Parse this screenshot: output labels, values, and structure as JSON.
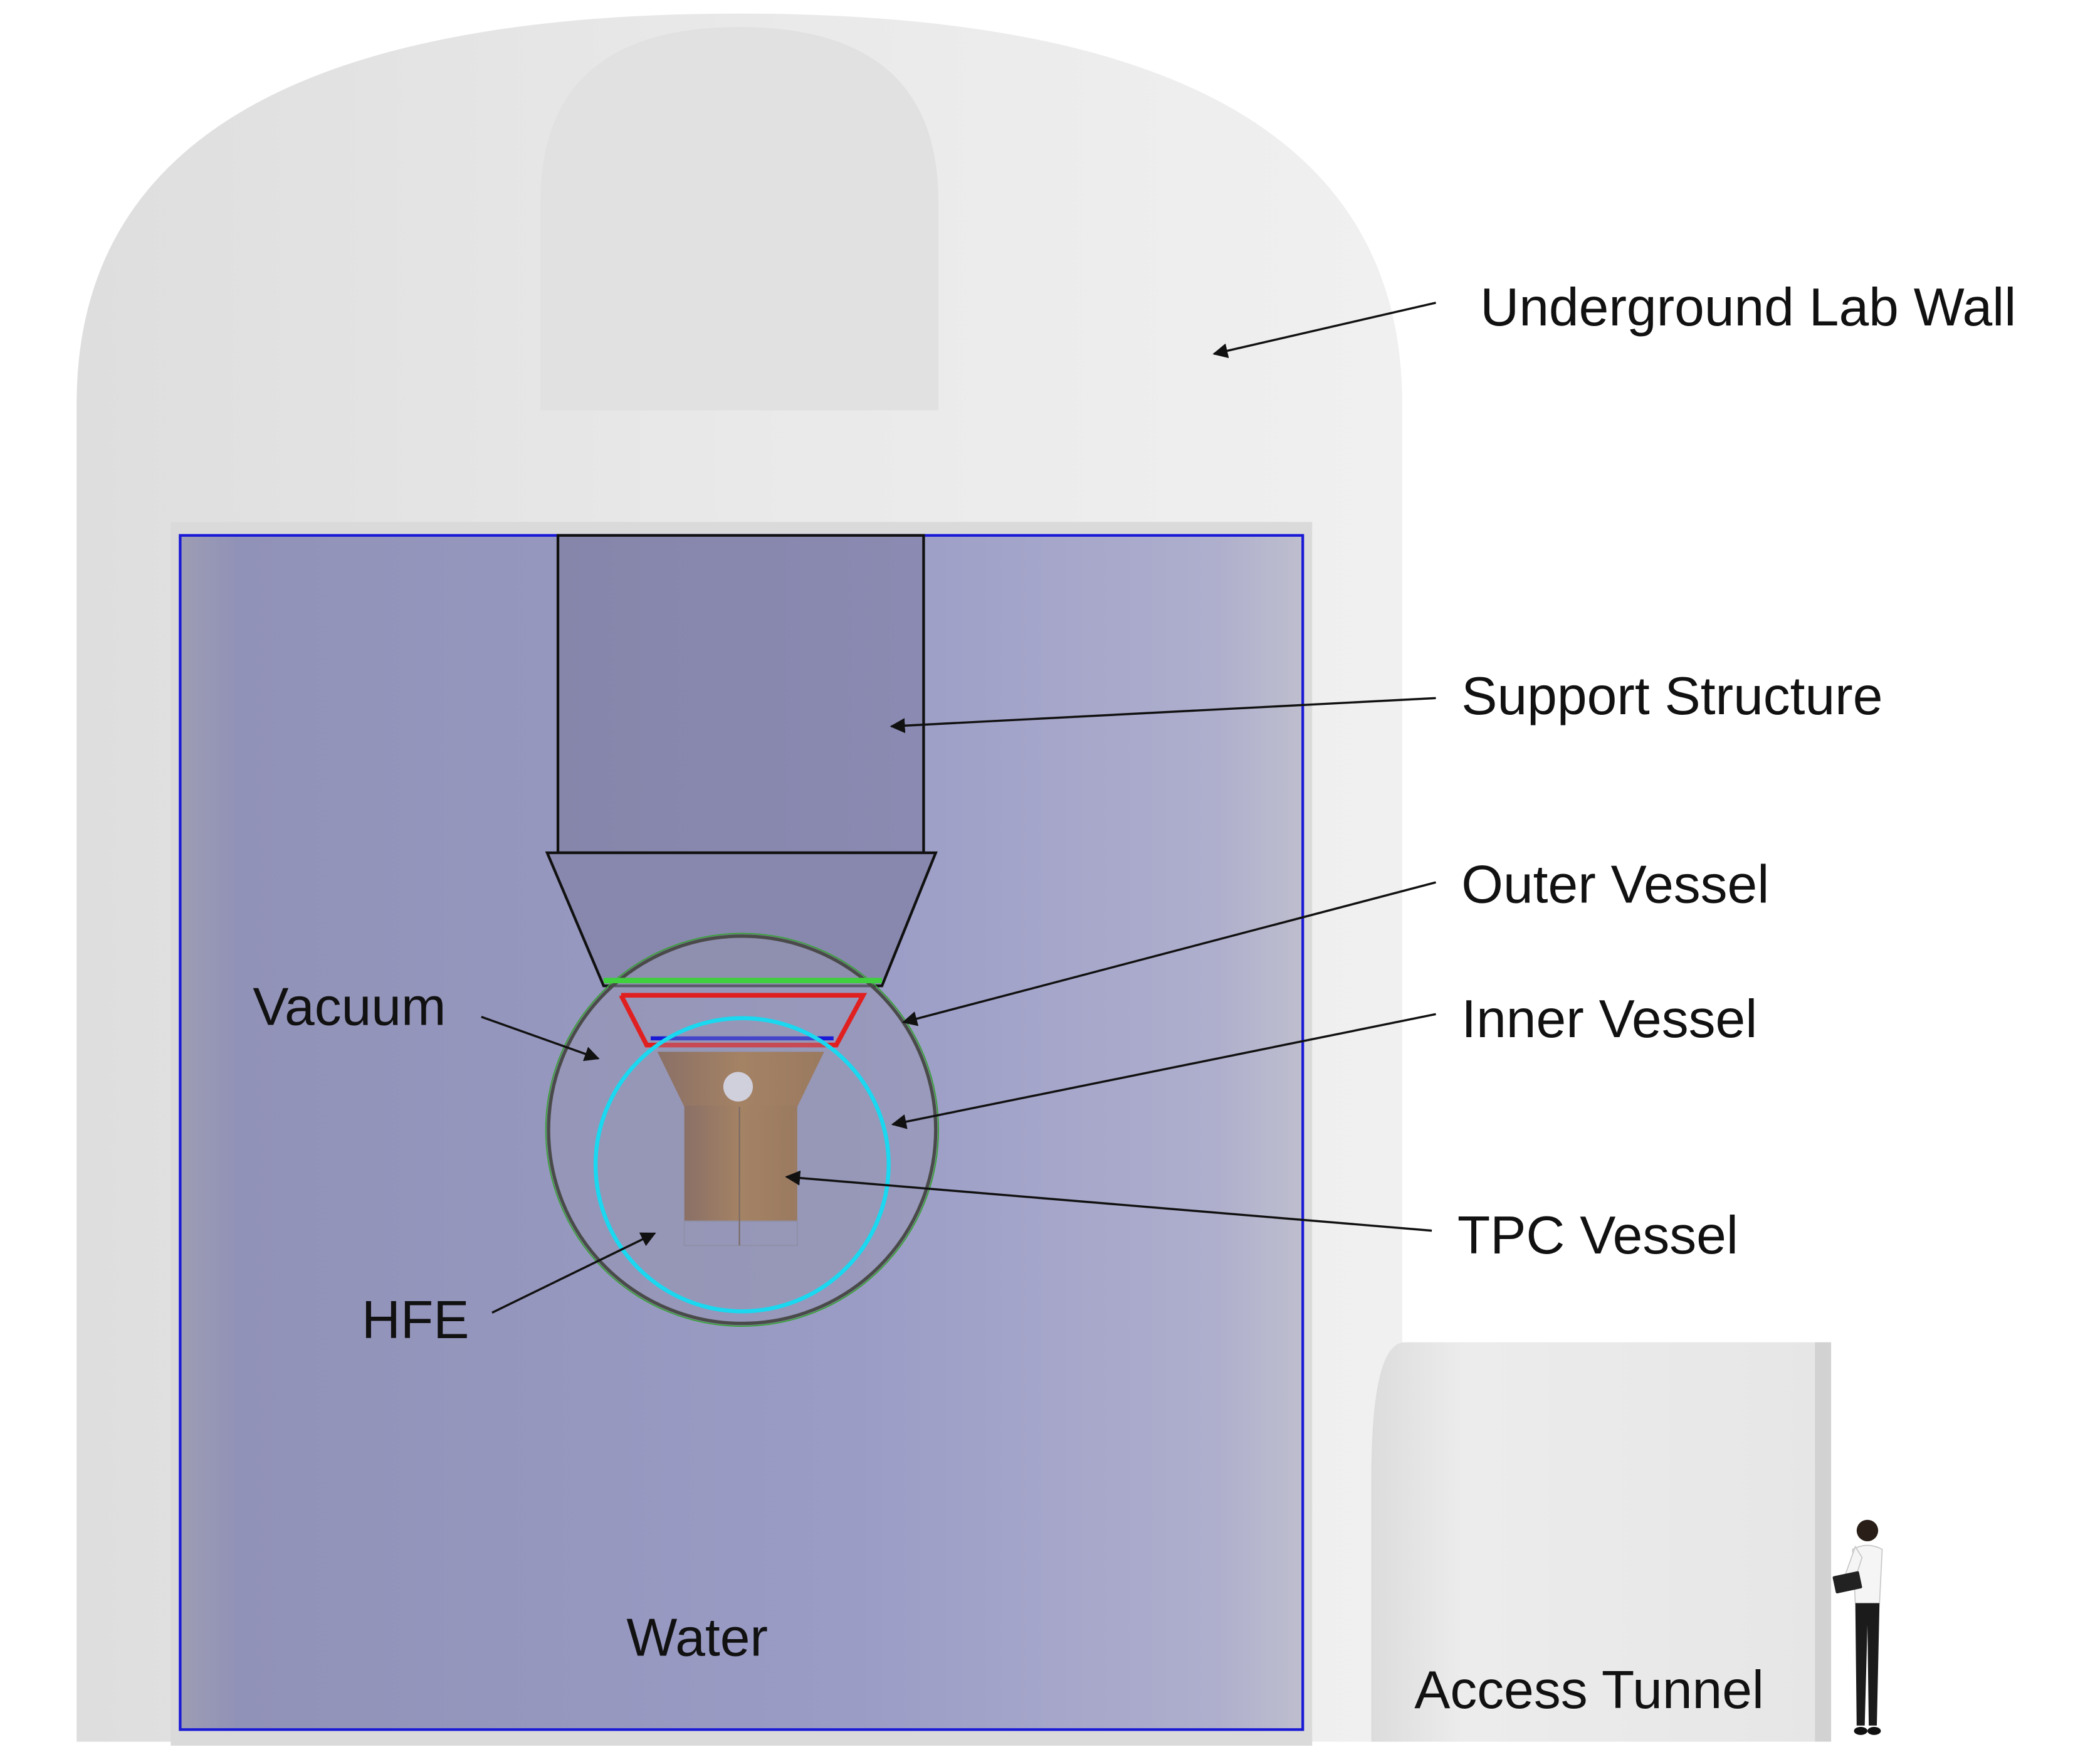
{
  "labels": {
    "underground_lab_wall": "Underground Lab Wall",
    "support_structure": "Support Structure",
    "outer_vessel": "Outer Vessel",
    "inner_vessel": "Inner Vessel",
    "tpc_vessel": "TPC Vessel",
    "vacuum": "Vacuum",
    "hfe": "HFE",
    "water": "Water",
    "access_tunnel": "Access Tunnel"
  },
  "colors": {
    "lab_wall": "#e9e9e9",
    "water_tank_border": "#1a1ad6",
    "water_fill": "#9a9cc6",
    "support_fill": "#8686ad",
    "outer_vessel_edge": "#3f9e3f",
    "inner_vessel_edge": "#19d8f0",
    "vacuum_cryostat_red": "#e02020",
    "tpc_copper": "#a07e62",
    "text": "#111111"
  },
  "icons": {
    "person": "standing-person-icon"
  }
}
